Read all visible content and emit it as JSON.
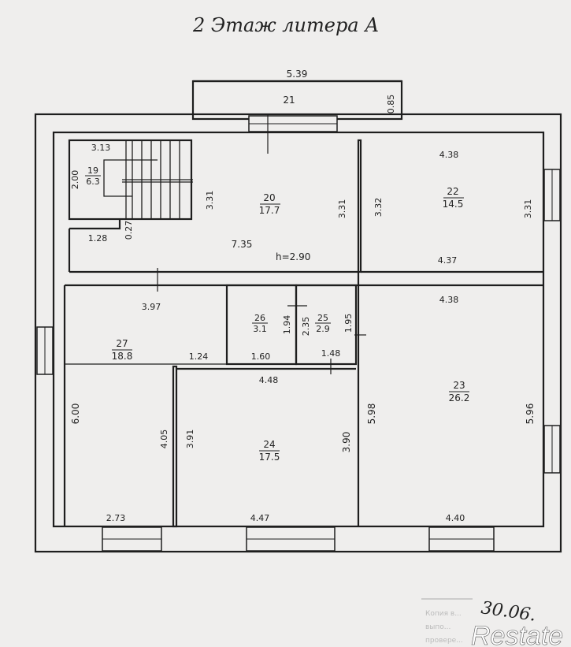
{
  "title": "2 Этаж литера А",
  "balcony": {
    "number": "21",
    "width": "5.39",
    "depth": "0.85"
  },
  "ceiling_height": "h=2.90",
  "rooms": [
    {
      "number": "19",
      "area": "6.3",
      "dims": [
        "3.13",
        "2.00"
      ]
    },
    {
      "number": "20",
      "area": "17.7",
      "dims": [
        "3.31",
        "3.31",
        "7.35",
        "1.28",
        "0.27"
      ]
    },
    {
      "number": "22",
      "area": "14.5",
      "dims": [
        "4.38",
        "3.32",
        "3.31",
        "4.37"
      ]
    },
    {
      "number": "27",
      "area": "18.8",
      "dims": [
        "3.97",
        "6.00",
        "1.24",
        "2.73"
      ]
    },
    {
      "number": "26",
      "area": "3.1",
      "dims": [
        "1.94",
        "1.60"
      ]
    },
    {
      "number": "25",
      "area": "2.9",
      "dims": [
        "2.35",
        "1.95",
        "1.48"
      ]
    },
    {
      "number": "24",
      "area": "17.5",
      "dims": [
        "4.48",
        "4.05",
        "3.91",
        "3.90",
        "4.47"
      ]
    },
    {
      "number": "23",
      "area": "26.2",
      "dims": [
        "4.38",
        "5.98",
        "5.96",
        "4.40"
      ]
    }
  ],
  "stamp": {
    "date": "30.06.",
    "lines": [
      "Копия в...",
      "выпо...",
      "провере..."
    ]
  },
  "watermark": "Restate"
}
